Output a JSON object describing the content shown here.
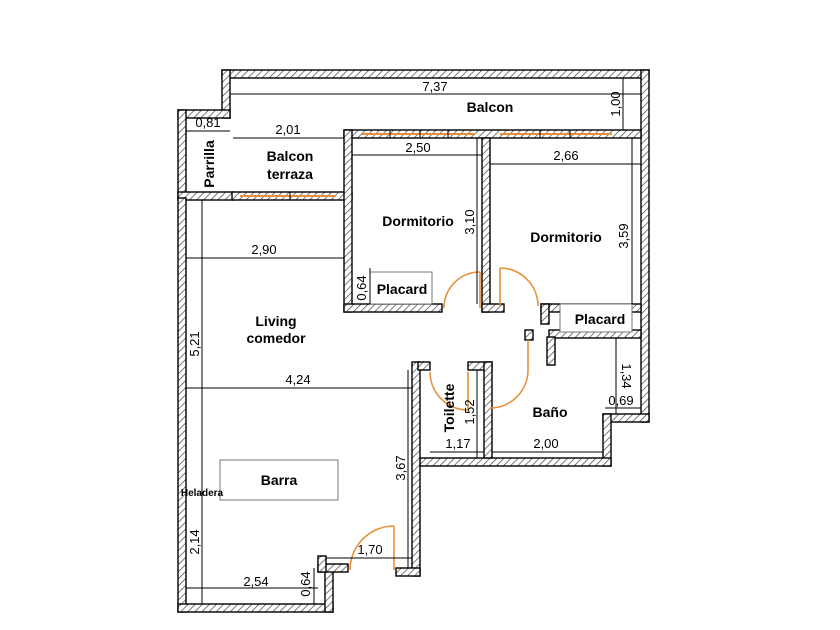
{
  "rooms": {
    "balcon": "Balcon",
    "parrilla": "Parrilla",
    "balcon_terraza_1": "Balcon",
    "balcon_terraza_2": "terraza",
    "dormitorio_1": "Dormitorio",
    "dormitorio_2": "Dormitorio",
    "placard_1": "Placard",
    "placard_2": "Placard",
    "living_1": "Living",
    "living_2": "comedor",
    "toilette": "Toilette",
    "bano": "Baño",
    "barra": "Barra",
    "heladera": "Heladera"
  },
  "dimensions": {
    "balcon_width": "7,37",
    "balcon_depth": "1,00",
    "parrilla_width": "0,81",
    "terraza_width": "2,01",
    "dorm1_width": "2,50",
    "dorm1_depth": "3,10",
    "dorm2_width": "2,66",
    "dorm2_depth": "3,59",
    "living_width_top": "2,90",
    "living_depth": "5,21",
    "placard1_depth": "0,64",
    "living_width": "4,24",
    "bano_depth": "1,34",
    "bano_step": "0,69",
    "toilette_depth": "1,52",
    "toilette_width": "1,17",
    "bano_width": "2,00",
    "kitchen_depth": "3,67",
    "kitchen_lower_depth": "2,14",
    "entry_width": "1,70",
    "bottom_width": "2,54",
    "bottom_step": "0,64"
  }
}
